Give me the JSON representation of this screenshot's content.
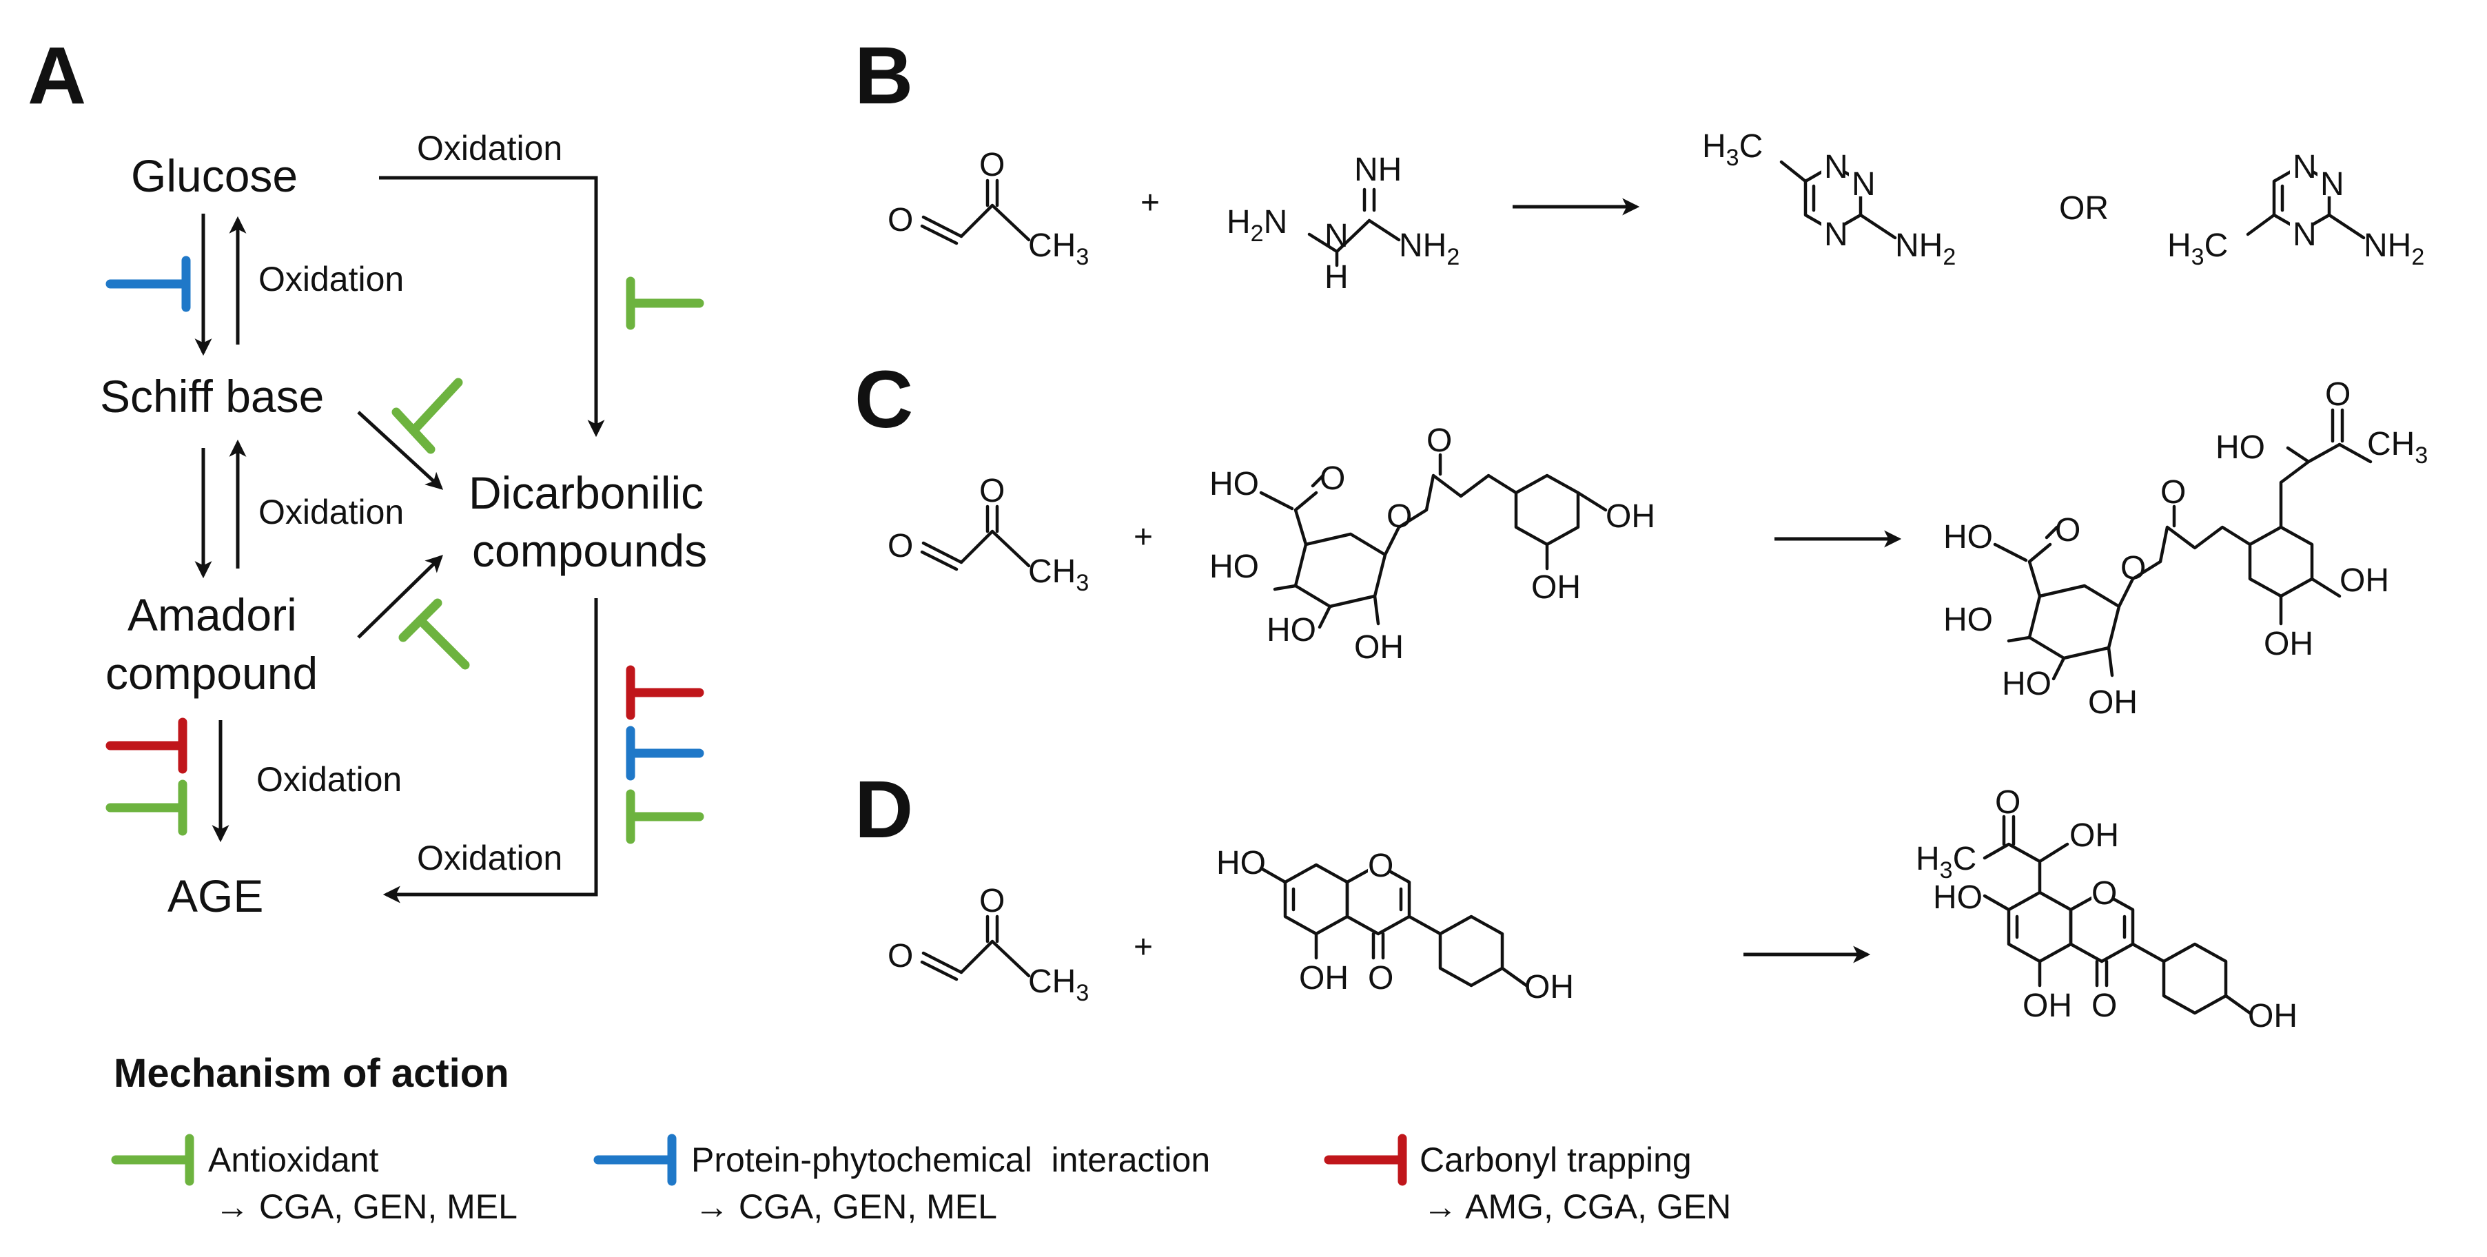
{
  "panels": {
    "a": "A",
    "b": "B",
    "c": "C",
    "d": "D"
  },
  "pathway": {
    "glucose": "Glucose",
    "schiff": "Schiff base",
    "amadori_1": "Amadori",
    "amadori_2": "compound",
    "dicarbonyl_1": "Dicarbonilic",
    "dicarbonyl_2": "compounds",
    "age": "AGE",
    "oxidation": "Oxidation"
  },
  "mechanisms": [
    {
      "key": "antioxidant",
      "color": "#6db33f",
      "label": "Antioxidant",
      "compounds": "→ CGA, GEN, MEL"
    },
    {
      "key": "protein",
      "color": "#1f78c8",
      "label": "Protein-phytochemical  interaction",
      "compounds": "→ CGA, GEN, MEL"
    },
    {
      "key": "carbonyl",
      "color": "#c0161b",
      "label": "Carbonyl trapping",
      "compounds": "→ AMG, CGA, GEN"
    }
  ],
  "legend_title": "Mechanism of action",
  "chem": {
    "O": "O",
    "H": "H",
    "N": "N",
    "NH": "NH",
    "H2N": "H",
    "NH2": "NH",
    "sub2": "2",
    "sub3": "3",
    "CH": "CH",
    "H3C": "H",
    "C": "C",
    "HO": "HO",
    "OH": "OH",
    "or": "OR",
    "plus": "+"
  }
}
